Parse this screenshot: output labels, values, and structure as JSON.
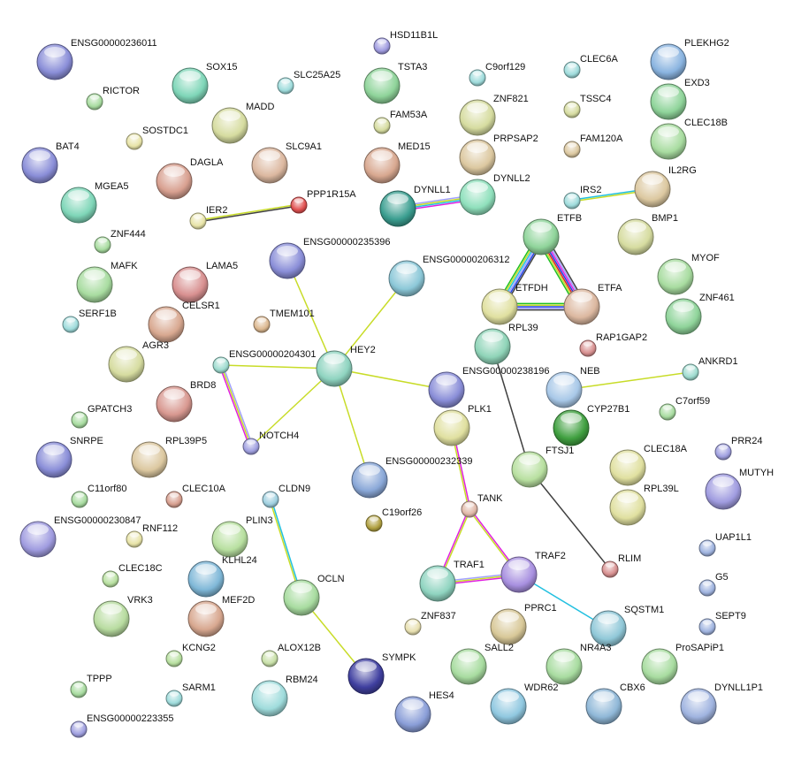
{
  "title": "STRING protein interaction network",
  "nodes": [
    {
      "id": "ENSG00000236011",
      "color": "#8a8ed8"
    },
    {
      "id": "HSD11B1L",
      "color": "#a09ce0"
    },
    {
      "id": "PLEKHG2",
      "color": "#8ab4e0"
    },
    {
      "id": "SOX15",
      "color": "#7fd6b8"
    },
    {
      "id": "SLC25A25",
      "color": "#9fdcdc"
    },
    {
      "id": "TSTA3",
      "color": "#8fd49a"
    },
    {
      "id": "C9orf129",
      "color": "#9fdcdc"
    },
    {
      "id": "CLEC6A",
      "color": "#9fdcdc"
    },
    {
      "id": "EXD3",
      "color": "#8fd49a"
    },
    {
      "id": "RICTOR",
      "color": "#a8dca0"
    },
    {
      "id": "MADD",
      "color": "#d6dca0"
    },
    {
      "id": "ZNF821",
      "color": "#d6dca0"
    },
    {
      "id": "TSSC4",
      "color": "#d6dca0"
    },
    {
      "id": "FAM53A",
      "color": "#d6dca0"
    },
    {
      "id": "SOSTDC1",
      "color": "#e8e4a8"
    },
    {
      "id": "CLEC18B",
      "color": "#a8dca0"
    },
    {
      "id": "FAM120A",
      "color": "#dcc8a0"
    },
    {
      "id": "BAT4",
      "color": "#8a8ed8"
    },
    {
      "id": "SLC9A1",
      "color": "#dcb8a0"
    },
    {
      "id": "MED15",
      "color": "#d8a890"
    },
    {
      "id": "PRPSAP2",
      "color": "#dcc8a0"
    },
    {
      "id": "DAGLA",
      "color": "#d8a090"
    },
    {
      "id": "IL2RG",
      "color": "#dcc8a0"
    },
    {
      "id": "MGEA5",
      "color": "#7fd6b8"
    },
    {
      "id": "IRS2",
      "color": "#9fdcdc"
    },
    {
      "id": "DYNLL1",
      "color": "#3a9e90"
    },
    {
      "id": "DYNLL2",
      "color": "#8fe0bc"
    },
    {
      "id": "PPP1R15A",
      "color": "#e05050"
    },
    {
      "id": "IER2",
      "color": "#e8e4a8"
    },
    {
      "id": "ETFB",
      "color": "#8fd49a"
    },
    {
      "id": "BMP1",
      "color": "#d6dca0"
    },
    {
      "id": "ZNF444",
      "color": "#a8dca0"
    },
    {
      "id": "ENSG00000235396",
      "color": "#8a8ed8"
    },
    {
      "id": "MAFK",
      "color": "#a8dca0"
    },
    {
      "id": "LAMA5",
      "color": "#d89090"
    },
    {
      "id": "ENSG00000206312",
      "color": "#8cc8d8"
    },
    {
      "id": "MYOF",
      "color": "#a8dca0"
    },
    {
      "id": "ETFDH",
      "color": "#e0e0a0"
    },
    {
      "id": "ETFA",
      "color": "#dcb8a0"
    },
    {
      "id": "ZNF461",
      "color": "#8fd49a"
    },
    {
      "id": "SERF1B",
      "color": "#9fdcdc"
    },
    {
      "id": "CELSR1",
      "color": "#d8a890"
    },
    {
      "id": "TMEM101",
      "color": "#dcb890"
    },
    {
      "id": "RPL39",
      "color": "#8fd4b8"
    },
    {
      "id": "RAP1GAP2",
      "color": "#d89090"
    },
    {
      "id": "AGR3",
      "color": "#d6dca0"
    },
    {
      "id": "ENSG00000204301",
      "color": "#9fdcd0"
    },
    {
      "id": "HEY2",
      "color": "#8fd4c0"
    },
    {
      "id": "ANKRD1",
      "color": "#9fdcd0"
    },
    {
      "id": "ENSG00000238196",
      "color": "#8a8ed8"
    },
    {
      "id": "NEB",
      "color": "#a8c8e8"
    },
    {
      "id": "BRD8",
      "color": "#d89890"
    },
    {
      "id": "CYP27B1",
      "color": "#40a040"
    },
    {
      "id": "C7orf59",
      "color": "#a8dca0"
    },
    {
      "id": "GPATCH3",
      "color": "#a8dca0"
    },
    {
      "id": "PLK1",
      "color": "#e0e0a0"
    },
    {
      "id": "NOTCH4",
      "color": "#a0a0e0"
    },
    {
      "id": "PRR24",
      "color": "#a0a0e0"
    },
    {
      "id": "SNRPE",
      "color": "#8a8ed8"
    },
    {
      "id": "RPL39P5",
      "color": "#dcc8a0"
    },
    {
      "id": "CLEC18A",
      "color": "#e0e0a0"
    },
    {
      "id": "FTSJ1",
      "color": "#b8e0a0"
    },
    {
      "id": "ENSG00000232339",
      "color": "#8aa8d8"
    },
    {
      "id": "MUTYH",
      "color": "#a09ce0"
    },
    {
      "id": "C11orf80",
      "color": "#a8dca0"
    },
    {
      "id": "CLEC10A",
      "color": "#d8a090"
    },
    {
      "id": "CLDN9",
      "color": "#9fd0e0"
    },
    {
      "id": "TANK",
      "color": "#e0b8a8"
    },
    {
      "id": "RPL39L",
      "color": "#e0e0a0"
    },
    {
      "id": "C19orf26",
      "color": "#b0a040"
    },
    {
      "id": "ENSG00000230847",
      "color": "#a09ce0"
    },
    {
      "id": "RNF112",
      "color": "#e8e4a8"
    },
    {
      "id": "PLIN3",
      "color": "#b8e0a0"
    },
    {
      "id": "UAP1L1",
      "color": "#a0b4e0"
    },
    {
      "id": "CLEC18C",
      "color": "#b8e0a0"
    },
    {
      "id": "KLHL24",
      "color": "#80b8d8"
    },
    {
      "id": "OCLN",
      "color": "#a8dca0"
    },
    {
      "id": "TRAF1",
      "color": "#8fd4c0"
    },
    {
      "id": "TRAF2",
      "color": "#a890e0"
    },
    {
      "id": "RLIM",
      "color": "#d89090"
    },
    {
      "id": "G5",
      "color": "#a0b4e0"
    },
    {
      "id": "VRK3",
      "color": "#b8dca0"
    },
    {
      "id": "MEF2D",
      "color": "#d8a890"
    },
    {
      "id": "ZNF837",
      "color": "#e8e0b0"
    },
    {
      "id": "PPRC1",
      "color": "#d8c898"
    },
    {
      "id": "SQSTM1",
      "color": "#90c8d8"
    },
    {
      "id": "SEPT9",
      "color": "#a0b4e0"
    },
    {
      "id": "KCNG2",
      "color": "#b8e0a0"
    },
    {
      "id": "ALOX12B",
      "color": "#c8e0a8"
    },
    {
      "id": "SALL2",
      "color": "#a8dca0"
    },
    {
      "id": "NR4A3",
      "color": "#a8dca0"
    },
    {
      "id": "ProSAPiP1",
      "color": "#a8dca0"
    },
    {
      "id": "SYMPK",
      "color": "#4040a0"
    },
    {
      "id": "TPPP",
      "color": "#a8dca0"
    },
    {
      "id": "SARM1",
      "color": "#9fdcdc"
    },
    {
      "id": "RBM24",
      "color": "#9fdcdc"
    },
    {
      "id": "WDR62",
      "color": "#90c8e0"
    },
    {
      "id": "CBX6",
      "color": "#90b8d8"
    },
    {
      "id": "DYNLL1P1",
      "color": "#a0b4e0"
    },
    {
      "id": "HES4",
      "color": "#8a9ed8"
    },
    {
      "id": "ENSG00000223355",
      "color": "#a0a0e0"
    }
  ],
  "edges": [
    {
      "a": "IER2",
      "b": "PPP1R15A",
      "colors": [
        "#c8dc28",
        "#404040"
      ]
    },
    {
      "a": "DYNLL1",
      "b": "DYNLL2",
      "colors": [
        "#a0a0ff",
        "#c8dc28",
        "#22c0e0",
        "#e020e0"
      ]
    },
    {
      "a": "IRS2",
      "b": "IL2RG",
      "colors": [
        "#22c0e0",
        "#c8dc28"
      ]
    },
    {
      "a": "ETFB",
      "b": "ETFDH",
      "colors": [
        "#404040",
        "#2040e0",
        "#a0a0ff",
        "#22c0e0",
        "#c8dc28",
        "#20c020"
      ]
    },
    {
      "a": "ETFB",
      "b": "ETFA",
      "colors": [
        "#404040",
        "#a0a0ff",
        "#e020e0",
        "#2040e0",
        "#e02020",
        "#c8dc28",
        "#20c020"
      ]
    },
    {
      "a": "ETFDH",
      "b": "ETFA",
      "colors": [
        "#20c020",
        "#c8dc28",
        "#2040e0",
        "#a0a0ff",
        "#404040"
      ]
    },
    {
      "a": "ENSG00000235396",
      "b": "HEY2",
      "colors": [
        "#c8dc28"
      ]
    },
    {
      "a": "ENSG00000206312",
      "b": "HEY2",
      "colors": [
        "#c8dc28"
      ]
    },
    {
      "a": "ENSG00000204301",
      "b": "HEY2",
      "colors": [
        "#c8dc28"
      ]
    },
    {
      "a": "HEY2",
      "b": "NOTCH4",
      "colors": [
        "#c8dc28"
      ]
    },
    {
      "a": "HEY2",
      "b": "ENSG00000238196",
      "colors": [
        "#c8dc28"
      ]
    },
    {
      "a": "HEY2",
      "b": "ENSG00000232339",
      "colors": [
        "#c8dc28"
      ]
    },
    {
      "a": "ENSG00000204301",
      "b": "NOTCH4",
      "colors": [
        "#a0a0ff",
        "#c8dc28",
        "#e020e0"
      ]
    },
    {
      "a": "RPL39",
      "b": "FTSJ1",
      "colors": [
        "#404040"
      ]
    },
    {
      "a": "FTSJ1",
      "b": "RLIM",
      "colors": [
        "#404040"
      ]
    },
    {
      "a": "NEB",
      "b": "ANKRD1",
      "colors": [
        "#c8dc28"
      ]
    },
    {
      "a": "PLK1",
      "b": "TANK",
      "colors": [
        "#e020e0",
        "#c8dc28"
      ]
    },
    {
      "a": "TANK",
      "b": "TRAF1",
      "colors": [
        "#c8dc28",
        "#e020e0"
      ]
    },
    {
      "a": "TANK",
      "b": "TRAF2",
      "colors": [
        "#e020e0",
        "#c8dc28"
      ]
    },
    {
      "a": "TRAF1",
      "b": "TRAF2",
      "colors": [
        "#a0a0ff",
        "#c8dc28",
        "#e020e0"
      ]
    },
    {
      "a": "TRAF2",
      "b": "SQSTM1",
      "colors": [
        "#22c0e0"
      ]
    },
    {
      "a": "CLDN9",
      "b": "OCLN",
      "colors": [
        "#22c0e0",
        "#c8dc28"
      ]
    },
    {
      "a": "OCLN",
      "b": "SYMPK",
      "colors": [
        "#c8dc28"
      ]
    }
  ]
}
